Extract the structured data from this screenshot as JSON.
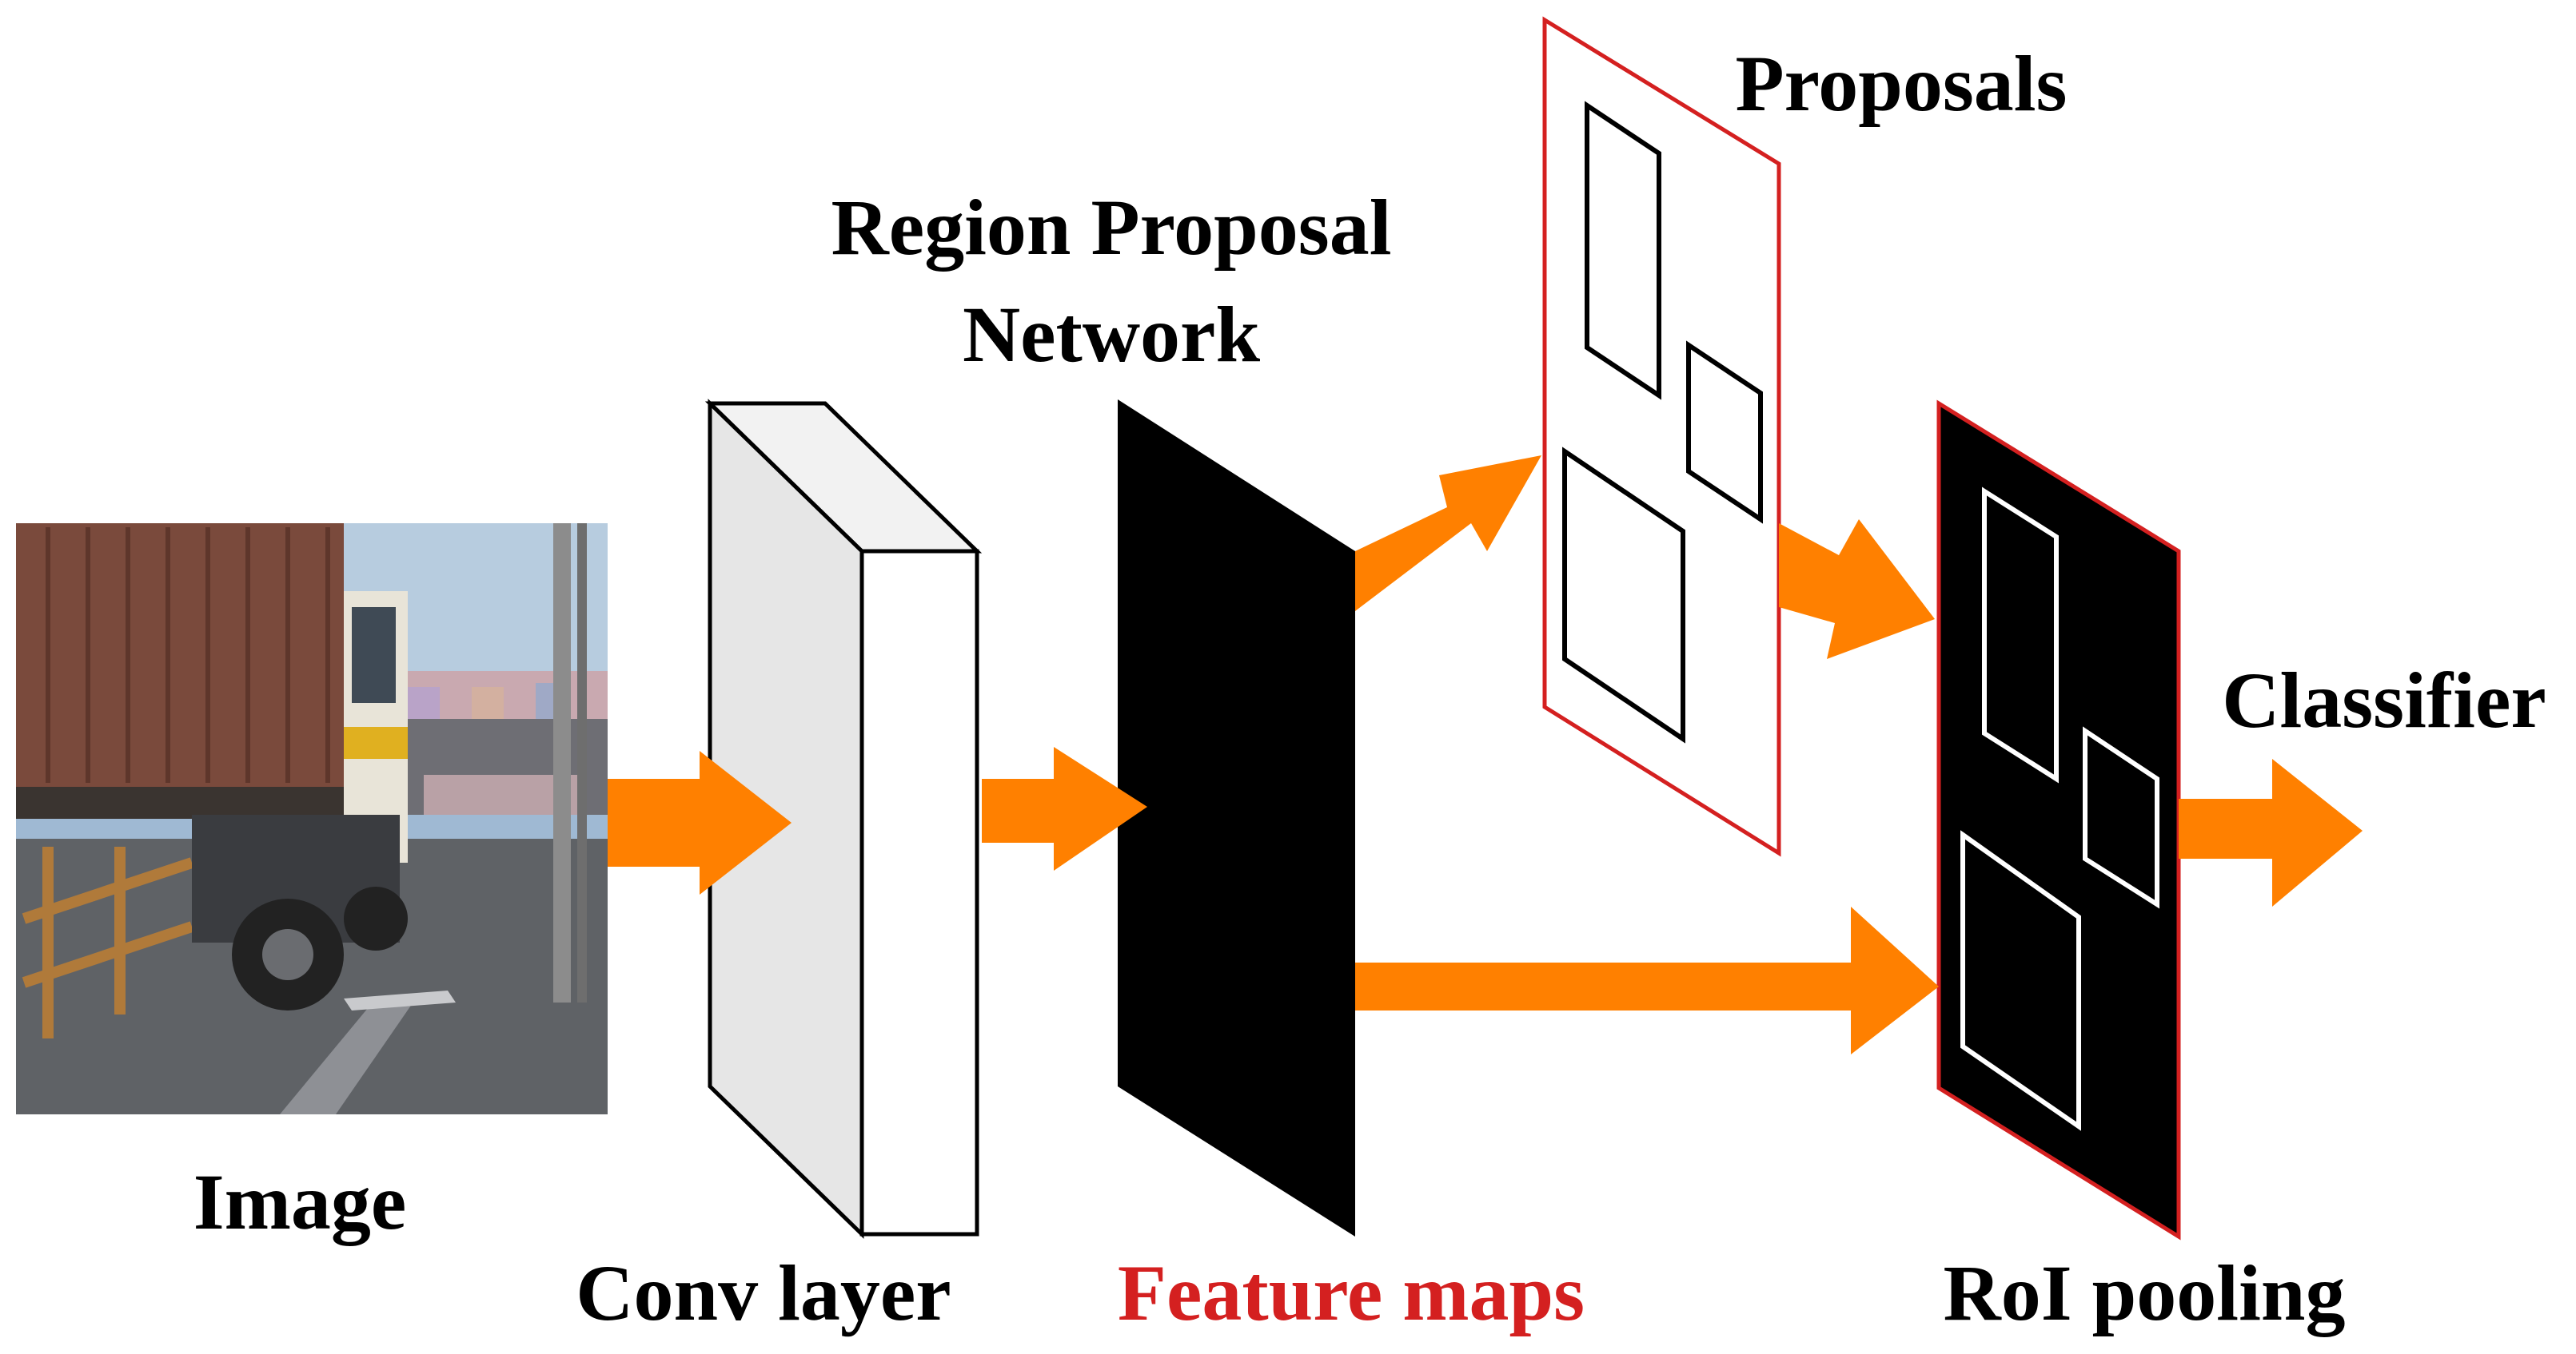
{
  "labels": {
    "image": "Image",
    "conv_layer": "Conv layer",
    "feature_maps": "Feature maps",
    "rpn_line1": "Region Proposal",
    "rpn_line2": "Network",
    "proposals": "Proposals",
    "roi_pooling": "RoI pooling",
    "classifier": "Classifier"
  },
  "colors": {
    "arrow": "#FF8000",
    "feature_maps_label": "#D42020",
    "panel_border": "#D42020",
    "feature_map_fill": "#000000",
    "conv_front": "#FFFFFF",
    "conv_side": "#E6E6E6",
    "conv_top": "#F2F2F2"
  }
}
